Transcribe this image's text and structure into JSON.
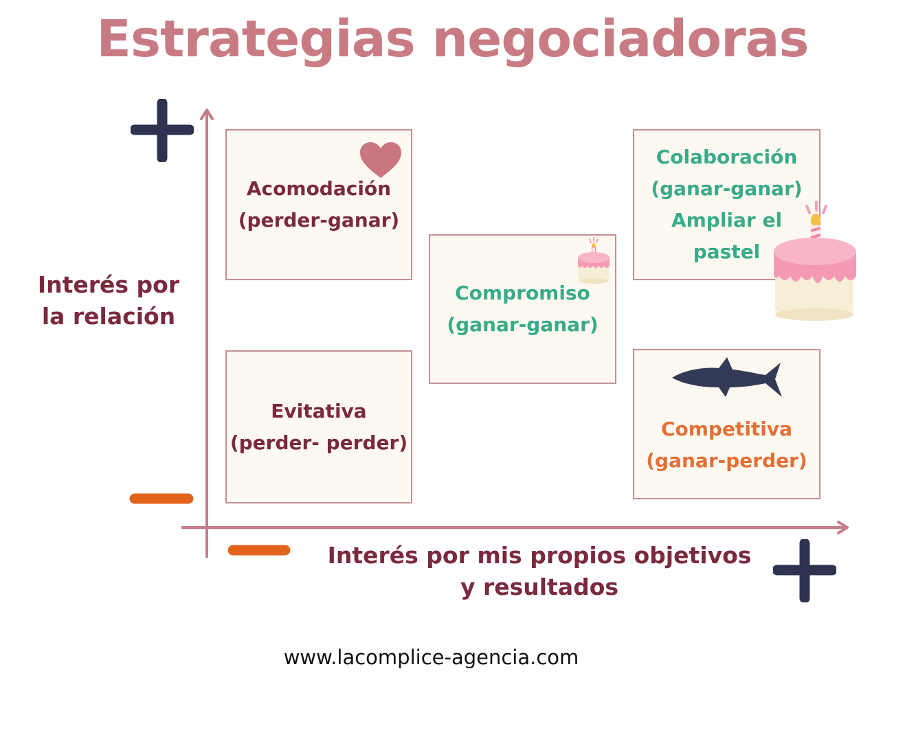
{
  "title": "Estrategias negociadoras",
  "y_axis": {
    "label_line1": "Interés por",
    "label_line2": "la relación"
  },
  "x_axis": {
    "label_line1": "Interés por mis propios objetivos",
    "label_line2": "y resultados"
  },
  "quadrants": {
    "acomodacion": {
      "line1": "Acomodación",
      "line2": "(perder-ganar)"
    },
    "evitativa": {
      "line1": "Evitativa",
      "line2": "(perder- perder)"
    },
    "compromiso": {
      "line1": "Compromiso",
      "line2": "(ganar-ganar)"
    },
    "colaboracion": {
      "line1": "Colaboración",
      "line2": "(ganar-ganar)",
      "line3": "Ampliar el",
      "line4": "pastel"
    },
    "competitiva": {
      "line1": "Competitiva",
      "line2": "(ganar-perder)"
    }
  },
  "website": "www.lacomplice-agencia.com",
  "colors": {
    "title": "#c97b84",
    "maroon_text": "#7a2a3c",
    "teal_text": "#3aab8a",
    "orange_text": "#e27036",
    "axis": "#c37d88",
    "plus": "#2e3350",
    "minus": "#e2641c",
    "box_bg": "#fdf8f0",
    "box_border": "#c58f96"
  },
  "icons": [
    "plus-icon",
    "minus-icon",
    "heart-icon",
    "cake-icon",
    "shark-icon"
  ]
}
